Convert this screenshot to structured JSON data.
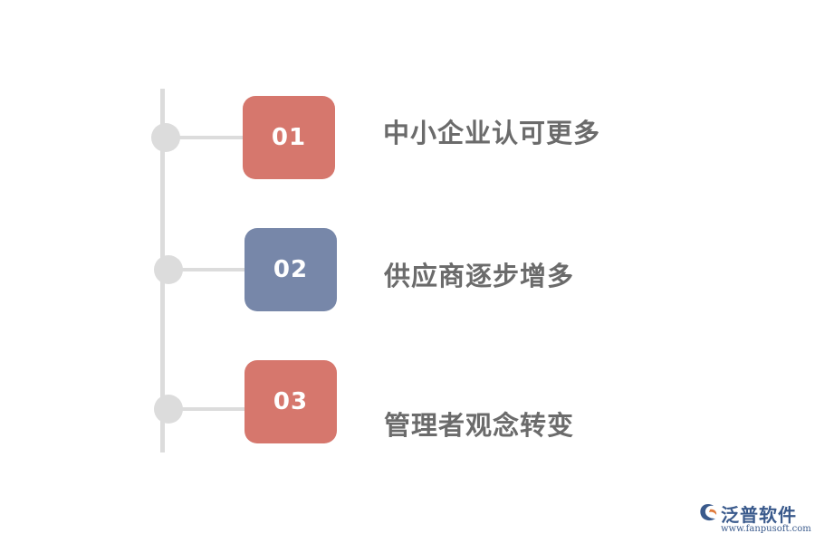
{
  "items": [
    {
      "number": "01",
      "label": "中小企业认可更多",
      "color": "#d6776d"
    },
    {
      "number": "02",
      "label": "供应商逐步增多",
      "color": "#7787a9"
    },
    {
      "number": "03",
      "label": "管理者观念转变",
      "color": "#d6776d"
    }
  ],
  "logo": {
    "name": "泛普软件",
    "url": "www.fanpusoft.com",
    "icon": "fanpu-logo-icon",
    "colors": {
      "primary": "#3a5a8c",
      "accent": "#e07a3a"
    }
  },
  "colors": {
    "line": "#dcdcdc",
    "label_text": "#6b6b6b"
  }
}
